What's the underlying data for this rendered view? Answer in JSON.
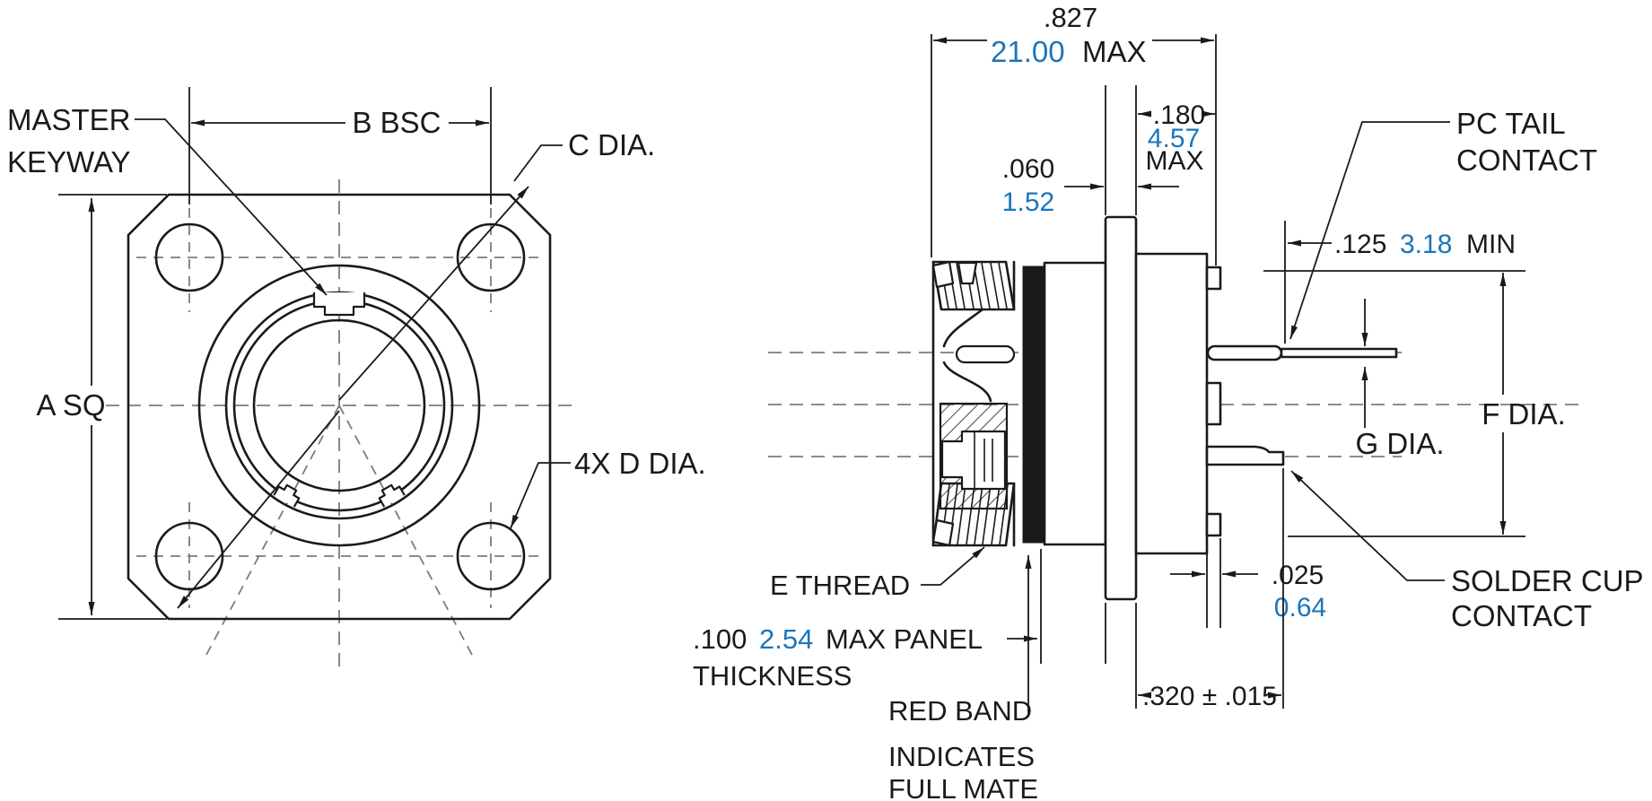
{
  "colors": {
    "line": "#1a1a1a",
    "metric_blue": "#1b75bb",
    "centerline": "#7c7c7c"
  },
  "front_view": {
    "label_master_keyway_line1": "MASTER",
    "label_master_keyway_line2": "KEYWAY",
    "dim_b_bsc": "B BSC",
    "label_c_dia": "C DIA.",
    "dim_a_sq": "A SQ",
    "label_d_dia": "4X D DIA."
  },
  "side_view": {
    "dim_length_in": ".827",
    "dim_length_mm": "21.00",
    "dim_length_suffix": "MAX",
    "dim_rear_in": ".180",
    "dim_rear_mm": "4.57",
    "dim_rear_suffix": "MAX",
    "dim_flange_in": ".060",
    "dim_flange_mm": "1.52",
    "dim_tail_in": ".125",
    "dim_tail_mm": "3.18",
    "dim_tail_suffix": "MIN",
    "label_pc_tail_line1": "PC TAIL",
    "label_pc_tail_line2": "CONTACT",
    "label_f_dia": "F DIA.",
    "label_g_dia": "G DIA.",
    "label_e_thread": "E THREAD",
    "dim_panel_in": ".100",
    "dim_panel_mm": "2.54",
    "dim_panel_suffix": "MAX PANEL",
    "dim_panel_line2": "THICKNESS",
    "note_red_band_line1": "RED BAND",
    "note_red_band_line2": "INDICATES",
    "note_red_band_line3": "FULL MATE",
    "dim_cup_in": ".025",
    "dim_cup_mm": "0.64",
    "dim_offset": ".320 ± .015",
    "label_solder_cup_line1": "SOLDER CUP",
    "label_solder_cup_line2": "CONTACT"
  }
}
